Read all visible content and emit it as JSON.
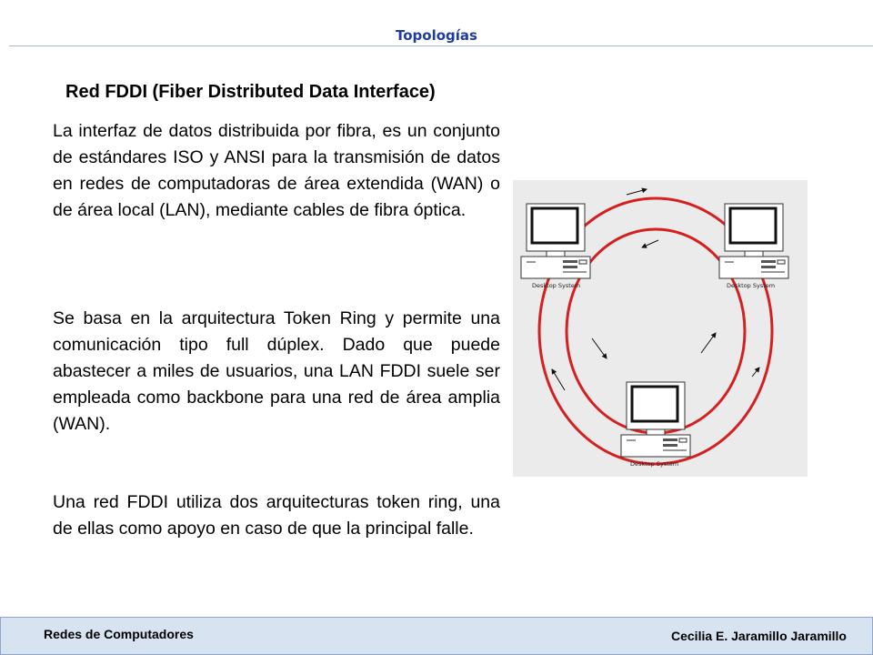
{
  "header": {
    "title": "Topologías"
  },
  "slide": {
    "title": "Red FDDI (Fiber Distributed Data Interface)",
    "paragraphs": [
      "La interfaz de datos distribuida por fibra, es un conjunto de estándares ISO y ANSI para la transmisión de datos en redes de computadoras de área extendida (WAN) o de área local (LAN), mediante cables de fibra óptica.",
      "Se basa en la arquitectura Token Ring y permite una comunicación tipo full dúplex. Dado que puede abastecer a miles de usuarios, una LAN FDDI suele ser empleada como backbone para una red de área amplia (WAN).",
      "Una red FDDI utiliza dos arquitecturas token ring, una de ellas como apoyo en caso de que la principal falle."
    ]
  },
  "diagram": {
    "computer_label": "Desktop System",
    "ring_color": "#d42020",
    "computers": [
      "Desktop System",
      "Desktop System",
      "Desktop System"
    ]
  },
  "footer": {
    "left": "Redes de Computadores",
    "right": "Cecilia E. Jaramillo Jaramillo"
  }
}
